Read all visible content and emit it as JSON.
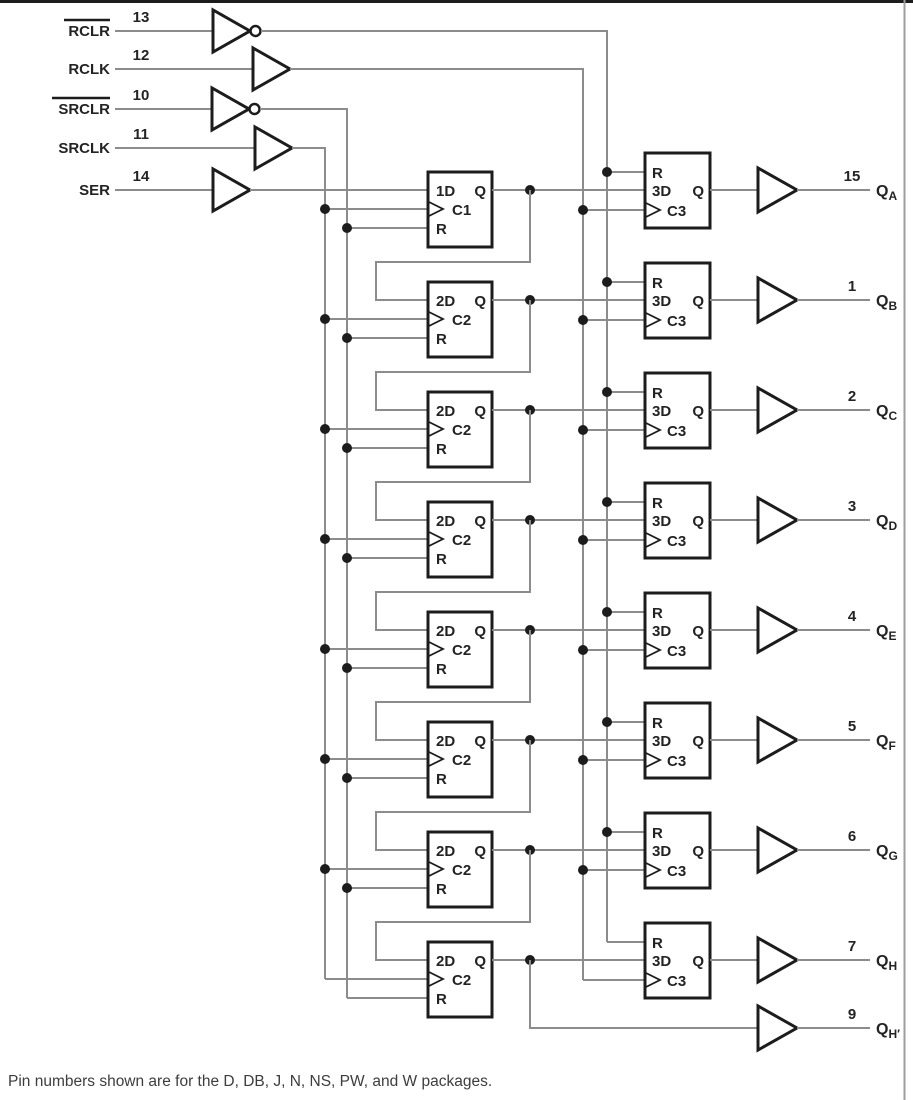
{
  "page": {
    "footnote": "Pin numbers shown are for the D, DB, J, N, NS, PW, and W packages."
  },
  "inputs": [
    {
      "id": "rclr",
      "label": "RCLR",
      "overline": true,
      "pin": "13",
      "inverted": true
    },
    {
      "id": "rclk",
      "label": "RCLK",
      "overline": false,
      "pin": "12",
      "inverted": false
    },
    {
      "id": "srclr",
      "label": "SRCLR",
      "overline": true,
      "pin": "10",
      "inverted": true
    },
    {
      "id": "srclk",
      "label": "SRCLK",
      "overline": false,
      "pin": "11",
      "inverted": false
    },
    {
      "id": "ser",
      "label": "SER",
      "overline": false,
      "pin": "14",
      "inverted": false
    }
  ],
  "stages": [
    {
      "id": "a",
      "ff": {
        "d": "1D",
        "q": "Q",
        "clk": "C1",
        "r": "R"
      },
      "latch": {
        "r": "R",
        "d": "3D",
        "q": "Q",
        "clk": "C3"
      },
      "out": {
        "pin": "15",
        "base": "Q",
        "sub": "A"
      }
    },
    {
      "id": "b",
      "ff": {
        "d": "2D",
        "q": "Q",
        "clk": "C2",
        "r": "R"
      },
      "latch": {
        "r": "R",
        "d": "3D",
        "q": "Q",
        "clk": "C3"
      },
      "out": {
        "pin": "1",
        "base": "Q",
        "sub": "B"
      }
    },
    {
      "id": "c",
      "ff": {
        "d": "2D",
        "q": "Q",
        "clk": "C2",
        "r": "R"
      },
      "latch": {
        "r": "R",
        "d": "3D",
        "q": "Q",
        "clk": "C3"
      },
      "out": {
        "pin": "2",
        "base": "Q",
        "sub": "C"
      }
    },
    {
      "id": "d",
      "ff": {
        "d": "2D",
        "q": "Q",
        "clk": "C2",
        "r": "R"
      },
      "latch": {
        "r": "R",
        "d": "3D",
        "q": "Q",
        "clk": "C3"
      },
      "out": {
        "pin": "3",
        "base": "Q",
        "sub": "D"
      }
    },
    {
      "id": "e",
      "ff": {
        "d": "2D",
        "q": "Q",
        "clk": "C2",
        "r": "R"
      },
      "latch": {
        "r": "R",
        "d": "3D",
        "q": "Q",
        "clk": "C3"
      },
      "out": {
        "pin": "4",
        "base": "Q",
        "sub": "E"
      }
    },
    {
      "id": "f",
      "ff": {
        "d": "2D",
        "q": "Q",
        "clk": "C2",
        "r": "R"
      },
      "latch": {
        "r": "R",
        "d": "3D",
        "q": "Q",
        "clk": "C3"
      },
      "out": {
        "pin": "5",
        "base": "Q",
        "sub": "F"
      }
    },
    {
      "id": "g",
      "ff": {
        "d": "2D",
        "q": "Q",
        "clk": "C2",
        "r": "R"
      },
      "latch": {
        "r": "R",
        "d": "3D",
        "q": "Q",
        "clk": "C3"
      },
      "out": {
        "pin": "6",
        "base": "Q",
        "sub": "G"
      }
    },
    {
      "id": "h",
      "ff": {
        "d": "2D",
        "q": "Q",
        "clk": "C2",
        "r": "R"
      },
      "latch": {
        "r": "R",
        "d": "3D",
        "q": "Q",
        "clk": "C3"
      },
      "out": {
        "pin": "7",
        "base": "Q",
        "sub": "H"
      }
    }
  ],
  "serial_out": {
    "pin": "9",
    "base": "Q",
    "sub": "H′"
  },
  "colors": {
    "wire": "#8c8c8c",
    "component": "#1c1c1c",
    "text": "#232323",
    "border_top": "#1c1c1c",
    "border_right": "#9e9e9e",
    "background": "#ffffff"
  }
}
